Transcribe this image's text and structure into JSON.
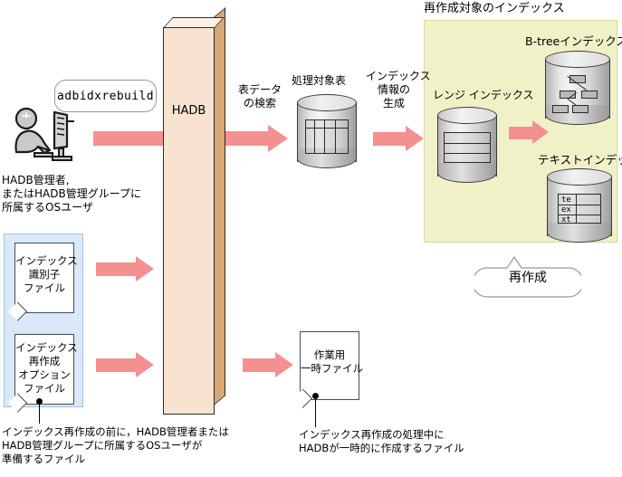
{
  "diagram": {
    "title_region": "再作成対象のインデックス",
    "command_balloon": "adbidxrebuild",
    "actor_caption": "HADB管理者,\nまたはHADB管理グループに\n所属するOSユーザ",
    "hadb_label": "HADB",
    "flow_labels": {
      "search": "表データ\nの検索",
      "generate": "インデックス\n情報の\n生成"
    },
    "objects": {
      "target_table": "処理対象表",
      "range_index": "レンジ インデックス",
      "btree_index": "B-treeインデックス",
      "text_index": "テキストインデックス",
      "text_index_rows": [
        "te",
        "ex",
        "xt"
      ]
    },
    "rebuild_balloon": "再作成",
    "input_files": [
      {
        "name": "インデックス\n識別子\nファイル"
      },
      {
        "name": "インデックス\n再作成\nオプション\nファイル"
      }
    ],
    "temp_file": "作業用\n一時ファイル",
    "captions": {
      "input_files_note": "インデックス再作成の前に，HADB管理者または\nHADB管理グループに所属するOSユーザが\n準備するファイル",
      "temp_file_note": "インデックス再作成の処理中に\nHADBが一時的に作成するファイル"
    },
    "colors": {
      "arrow": "#f49090",
      "hadb_front": "#f7e3d0",
      "hadb_side": "#d8a874",
      "region_bg": "#f1f1c8",
      "blue_region_bg": "#d9e9f8"
    }
  }
}
